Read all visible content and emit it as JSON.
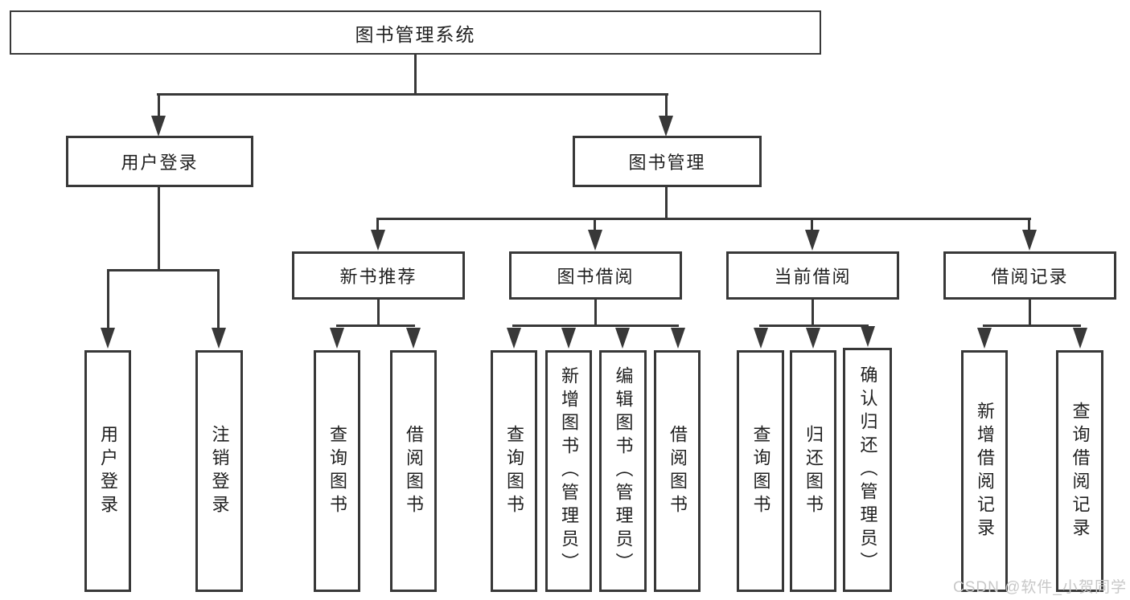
{
  "diagram": {
    "title": "图书管理系统",
    "nodes": {
      "root": {
        "label": "图书管理系统"
      },
      "level2": [
        {
          "label": "用户登录"
        },
        {
          "label": "图书管理"
        }
      ],
      "level3": [
        {
          "label": "新书推荐",
          "parent": "图书管理"
        },
        {
          "label": "图书借阅",
          "parent": "图书管理"
        },
        {
          "label": "当前借阅",
          "parent": "图书管理"
        },
        {
          "label": "借阅记录",
          "parent": "图书管理"
        }
      ],
      "leaves": [
        {
          "label": "用户登录",
          "parent": "用户登录"
        },
        {
          "label": "注销登录",
          "parent": "用户登录"
        },
        {
          "label": "查询图书",
          "parent": "新书推荐"
        },
        {
          "label": "借阅图书",
          "parent": "新书推荐"
        },
        {
          "label": "查询图书",
          "parent": "图书借阅"
        },
        {
          "label": "新增图书（管理员）",
          "parent": "图书借阅"
        },
        {
          "label": "编辑图书（管理员）",
          "parent": "图书借阅"
        },
        {
          "label": "借阅图书",
          "parent": "图书借阅"
        },
        {
          "label": "查询图书",
          "parent": "当前借阅"
        },
        {
          "label": "归还图书",
          "parent": "当前借阅"
        },
        {
          "label": "确认归还（管理员）",
          "parent": "当前借阅"
        },
        {
          "label": "新增借阅记录",
          "parent": "借阅记录"
        },
        {
          "label": "查询借阅记录",
          "parent": "借阅记录"
        }
      ]
    },
    "colors": {
      "line": "#383838",
      "text": "#1f1f1f",
      "background": "#ffffff",
      "watermark_color": "#c8c8c8"
    }
  },
  "watermark": {
    "text": "CSDN @软件_小贺同学"
  }
}
